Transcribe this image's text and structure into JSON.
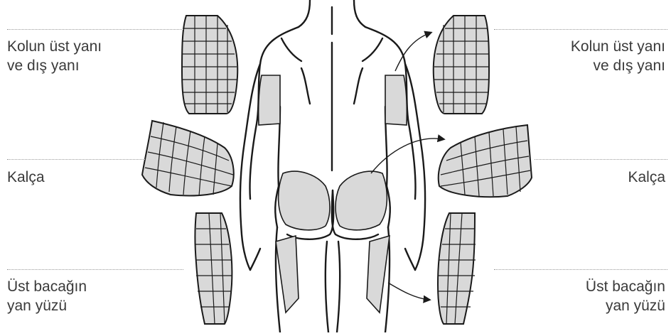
{
  "labels": {
    "arm_left": {
      "line1": "Kolun üst yanı",
      "line2": "ve dış yanı"
    },
    "arm_right": {
      "line1": "Kolun üst yanı",
      "line2": "ve dış yanı"
    },
    "hip_left": {
      "line1": "Kalça"
    },
    "hip_right": {
      "line1": "Kalça"
    },
    "thigh_left": {
      "line1": "Üst bacağın",
      "line2": "yan yüzü"
    },
    "thigh_right": {
      "line1": "Üst bacağın",
      "line2": "yan yüzü"
    }
  },
  "colors": {
    "outline": "#1a1a1a",
    "zone_fill": "#d9d9d9",
    "text": "#3a3a3a",
    "dotted_rule": "#9a9a9a"
  }
}
